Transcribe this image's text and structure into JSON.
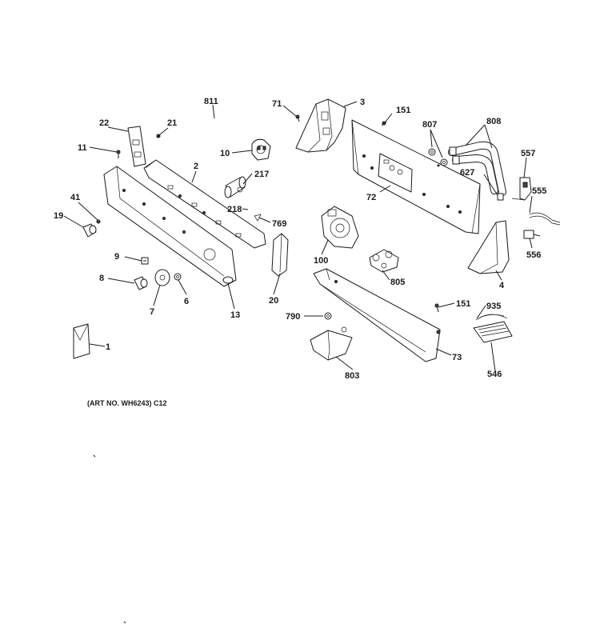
{
  "diagram": {
    "caption": "(ART NO. WH6243) C12",
    "callouts": {
      "p811": "811",
      "p71": "71",
      "p3": "3",
      "p151a": "151",
      "p807": "807",
      "p808": "808",
      "p22": "22",
      "p21": "21",
      "p11": "11",
      "p10": "10",
      "p2": "2",
      "p217": "217",
      "p557": "557",
      "p627": "627",
      "p72": "72",
      "p555": "555",
      "p41": "41",
      "p19": "19",
      "p218": "218",
      "p769": "769",
      "p556": "556",
      "p9": "9",
      "p100": "100",
      "p8": "8",
      "p6": "6",
      "p7": "7",
      "p20": "20",
      "p805": "805",
      "p4": "4",
      "p13": "13",
      "p151b": "151",
      "p935": "935",
      "p790": "790",
      "p1": "1",
      "p73": "73",
      "p546": "546",
      "p803": "803"
    }
  }
}
